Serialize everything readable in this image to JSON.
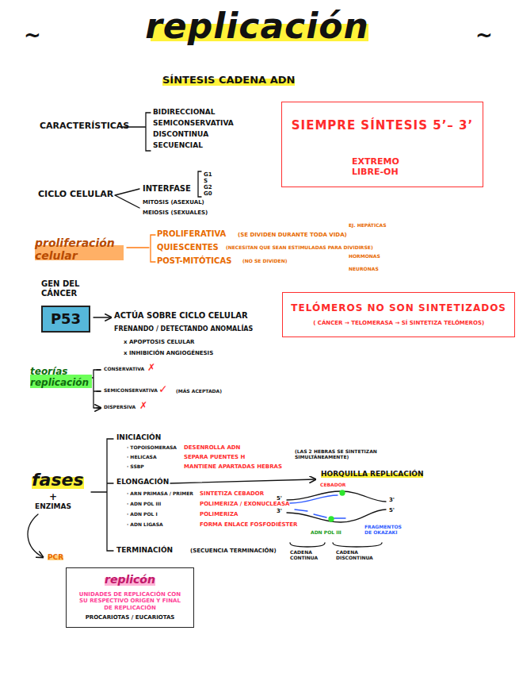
{
  "diagram": {
    "title": "replicación",
    "nodes": [
      {
        "text": [
          "SIEMPRE SÍNTESIS 5’– 3’",
          "EXTREMO LIBRE-OH"
        ]
      },
      {
        "text": [
          "P53"
        ]
      },
      {
        "text": [
          "TELÓMEROS NO SON SINTETIZADOS",
          "( CÁNCER → TELOMERASA → SÍ SINTETIZA TELÓMEROS)"
        ]
      },
      {
        "text": [
          "replicón",
          "UNIDADES DE REPLICACIÓN CON SU RESPECTIVO ORIGEN Y FINAL DE REPLICACIÓN",
          "PROCARIOTAS / EUCARIOTAS"
        ]
      }
    ],
    "labels": [
      "~",
      "~",
      "SÍNTESIS CADENA ADN",
      "CARACTERÍSTICAS",
      "BIDIRECCIONAL",
      "SEMICONSERVATIVA",
      "DISCONTINUA",
      "SECUENCIAL",
      "CICLO CELULAR",
      "INTERFASE",
      "G1 S G2 G0",
      "MITOSIS (ASEXUAL)",
      "MEIOSIS (SEXUALES)",
      "proliferación celular",
      "PROLIFERATIVA",
      "(SE DIVIDEN DURANTE TODA VIDA)",
      "EJ. HEPÁTICAS",
      "QUIESCENTES",
      "(NECESITAN QUE SEAN ESTIMULADAS PARA DIVIDIRSE)",
      "HORMONAS",
      "POST-MITÓTICAS",
      "(NO SE DIVIDEN)",
      "NEURONAS",
      "GEN DEL CÁNCER",
      "ACTÚA SOBRE CICLO CELULAR",
      "FRENANDO / DETECTANDO ANOMALÍAS",
      "x APOPTOSIS CELULAR",
      "x INHIBICIÓN ANGIOGÉNESIS",
      "teorías replicación",
      "CONSERVATIVA",
      "✗",
      "SEMICONSERVATIVA",
      "✓",
      "(MÁS ACEPTADA)",
      "DISPERSIVA",
      "✗",
      "INICIACIÓN",
      "· TOPOISOMERASA",
      "DESENROLLA ADN",
      "· HELICASA",
      "SEPARA PUENTES H",
      "· SSBP",
      "MANTIENE APARTADAS HEBRAS",
      "ELONGACIÓN",
      "· ARN PRIMASA / PRIMER",
      "SINTETIZA CEBADOR",
      "· ADN POL III",
      "POLIMERIZA / EXONUCLEASA",
      "· ADN POL I",
      "POLIMERIZA",
      "· ADN LIGASA",
      "FORMA ENLACE FOSFODIÉSTER",
      "TERMINACIÓN",
      "(SECUENCIA TERMINACIÓN)",
      "fases",
      "+",
      "ENZIMAS",
      "PCR",
      "(LAS 2 HEBRAS SE SINTETIZAN SIMULTÁNEAMENTE)",
      "HORQUILLA REPLICACIÓN",
      "CEBADOR",
      "5'",
      "3'",
      "3'",
      "5'",
      "FRAGMENTOS DE OKAZAKI",
      "ADN POL III",
      "CADENA CONTINUA",
      "CADENA DISCONTINUA"
    ]
  }
}
